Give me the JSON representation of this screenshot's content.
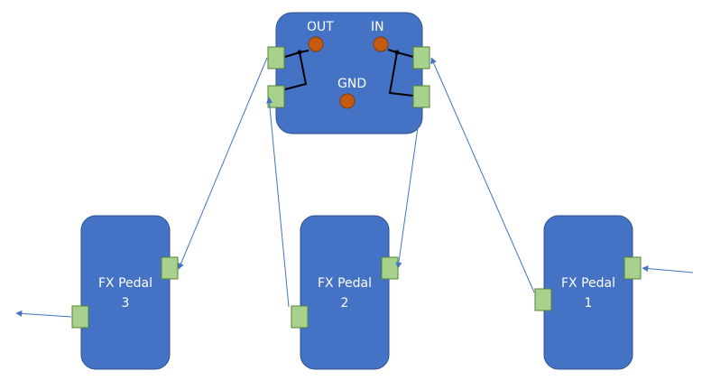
{
  "switcher": {
    "out_label": "OUT",
    "in_label": "IN",
    "gnd_label": "GND"
  },
  "pedals": [
    {
      "line1": "FX Pedal",
      "line2": "3"
    },
    {
      "line1": "FX Pedal",
      "line2": "2"
    },
    {
      "line1": "FX Pedal",
      "line2": "1"
    }
  ],
  "colors": {
    "box": "#4472c4",
    "box_stroke": "#2f528f",
    "jack": "#a9d18e",
    "jack_stroke": "#548235",
    "terminal": "#c55a11",
    "cable": "#4472c4",
    "wire": "#000000"
  }
}
